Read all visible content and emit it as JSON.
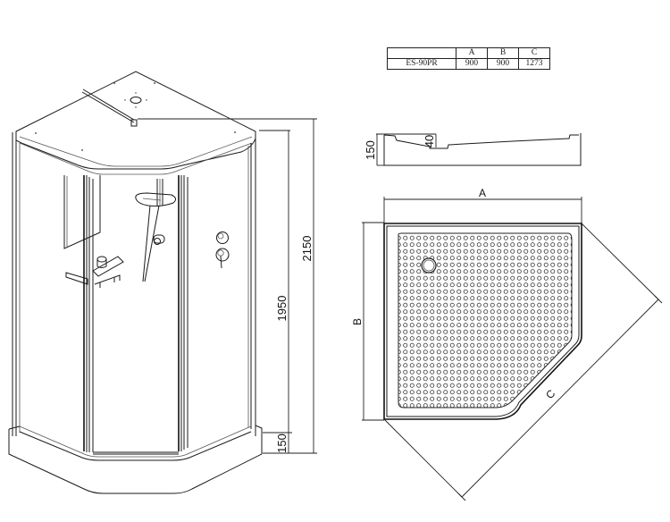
{
  "spec_table": {
    "headers": [
      "",
      "A",
      "B",
      "C"
    ],
    "rows": [
      {
        "model": "ES-90PR",
        "A": "900",
        "B": "900",
        "C": "1273"
      }
    ]
  },
  "cabin_view": {
    "dimensions": {
      "total_height": "2150",
      "enclosure_height": "1950",
      "tray_height": "150"
    }
  },
  "tray_profile_view": {
    "dimensions": {
      "tray_height": "150",
      "depth": "40"
    }
  },
  "tray_plan_view": {
    "labels": {
      "width": "A",
      "depth": "B",
      "diagonal": "C"
    }
  },
  "colors": {
    "line": "#1a1a1a",
    "background": "#ffffff"
  }
}
